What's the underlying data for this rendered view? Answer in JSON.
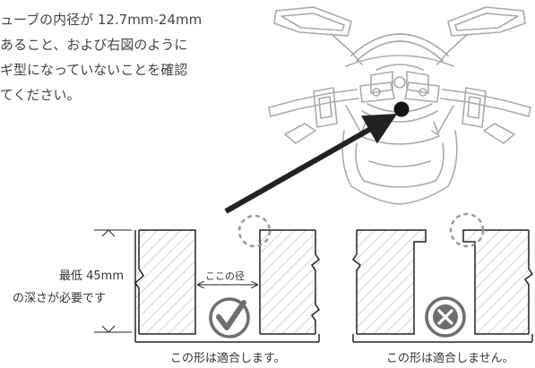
{
  "instructions": {
    "line1": "ューブの内径が 12.7mm-24mm",
    "line2": "あること、および右図のように",
    "line3": "ギ型になっていないことを確認",
    "line4": "てください。"
  },
  "depth_label": {
    "line1": "最低 45mm",
    "line2": "の深さが必要です"
  },
  "diameter_label": "ここの径",
  "ok_caption": "この形は適合します。",
  "ng_caption": "この形は適合しません。",
  "icons": {
    "ok": "check-icon",
    "ng": "cross-icon"
  },
  "colors": {
    "line": "#222222",
    "hatch": "#bbbbbb",
    "moto": "#aaaaaa",
    "icon": "#6e6e6e"
  }
}
